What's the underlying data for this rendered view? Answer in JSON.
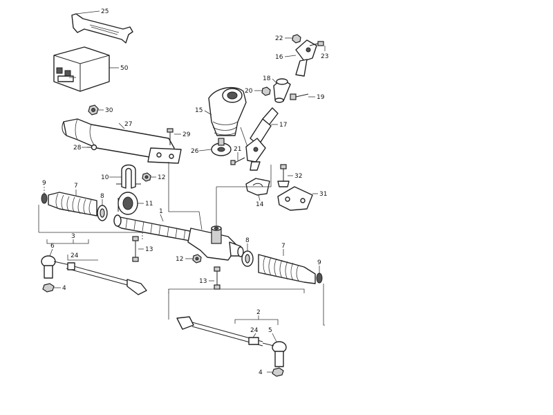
{
  "callouts": {
    "c25": "25",
    "c50": "50",
    "c30": "30",
    "c27": "27",
    "c28": "28",
    "c29": "29",
    "c10": "10",
    "c12a": "12",
    "c11": "11",
    "c9a": "9",
    "c7a": "7",
    "c8a": "8",
    "c1": "1",
    "c3": "3",
    "c6": "6",
    "c24a": "24",
    "c4a": "4",
    "c13a": "13",
    "c12b": "12",
    "c13b": "13",
    "c15": "15",
    "c26": "26",
    "c21": "21",
    "c22": "22",
    "c23": "23",
    "c16": "16",
    "c18": "18",
    "c20": "20",
    "c19": "19",
    "c17": "17",
    "c32": "32",
    "c31": "31",
    "c14": "14",
    "c8b": "8",
    "c7b": "7",
    "c9b": "9",
    "c2": "2",
    "c24b": "24",
    "c5": "5",
    "c4b": "4"
  },
  "parts": {
    "p25": "strap",
    "p50": "box",
    "p30": "nut",
    "p27": "heat-shield",
    "p28": "screw",
    "p29": "bolt",
    "p10": "clamp",
    "p12": "nut",
    "p11": "bushing",
    "p9": "clip",
    "p7": "boot",
    "p8": "ring",
    "p1": "steering-rack",
    "p6": "tie-rod-end",
    "p24": "inner-tie-rod",
    "p4": "nut",
    "p13": "bolt",
    "p15": "boot",
    "p26": "seal-plate",
    "p21": "bolt",
    "p22": "nut",
    "p23": "bolt",
    "p16": "universal-joint",
    "p18": "sleeve",
    "p20": "nut",
    "p19": "bolt",
    "p17": "intermediate-shaft",
    "p32": "bolt",
    "p31": "bracket",
    "p14": "clamp"
  }
}
